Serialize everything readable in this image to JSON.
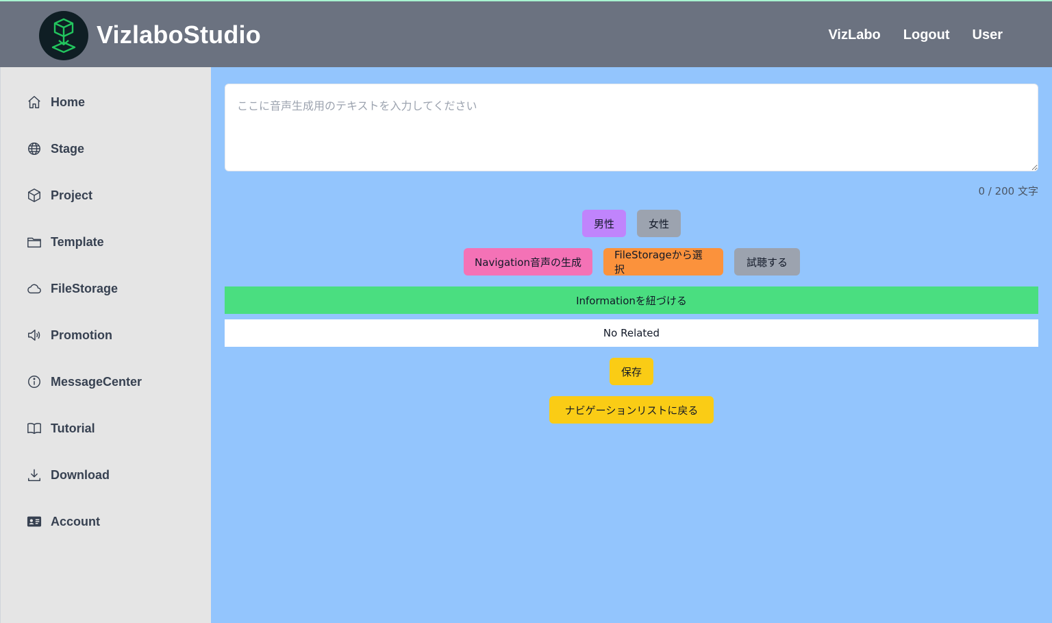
{
  "header": {
    "brand": "VizlaboStudio",
    "nav": [
      "VizLabo",
      "Logout",
      "User"
    ]
  },
  "sidebar": {
    "items": [
      {
        "label": "Home",
        "icon": "home-icon"
      },
      {
        "label": "Stage",
        "icon": "globe-icon"
      },
      {
        "label": "Project",
        "icon": "cube-icon"
      },
      {
        "label": "Template",
        "icon": "folder-icon"
      },
      {
        "label": "FileStorage",
        "icon": "cloud-icon"
      },
      {
        "label": "Promotion",
        "icon": "speaker-icon"
      },
      {
        "label": "MessageCenter",
        "icon": "info-icon"
      },
      {
        "label": "Tutorial",
        "icon": "book-icon"
      },
      {
        "label": "Download",
        "icon": "download-icon"
      },
      {
        "label": "Account",
        "icon": "id-card-icon"
      }
    ]
  },
  "editor": {
    "placeholder": "ここに音声生成用のテキストを入力してください",
    "value": "",
    "counter": "0 / 200 文字"
  },
  "voice": {
    "male": "男性",
    "female": "女性"
  },
  "actions": {
    "generate": "Navigation音声の生成",
    "select_storage": "FileStorageから選択",
    "preview": "試聴する"
  },
  "link_information": "Informationを紐づける",
  "related_status": "No Related",
  "save": "保存",
  "back": "ナビゲーションリストに戻る",
  "colors": {
    "header": "#6b7280",
    "sidebar": "#e5e5e5",
    "main": "#93c5fd",
    "male": "#c084fc",
    "female": "#9ca3af",
    "generate": "#f472b6",
    "storage": "#fb923c",
    "preview": "#9ca3af",
    "link": "#4ade80",
    "save": "#facc15"
  }
}
